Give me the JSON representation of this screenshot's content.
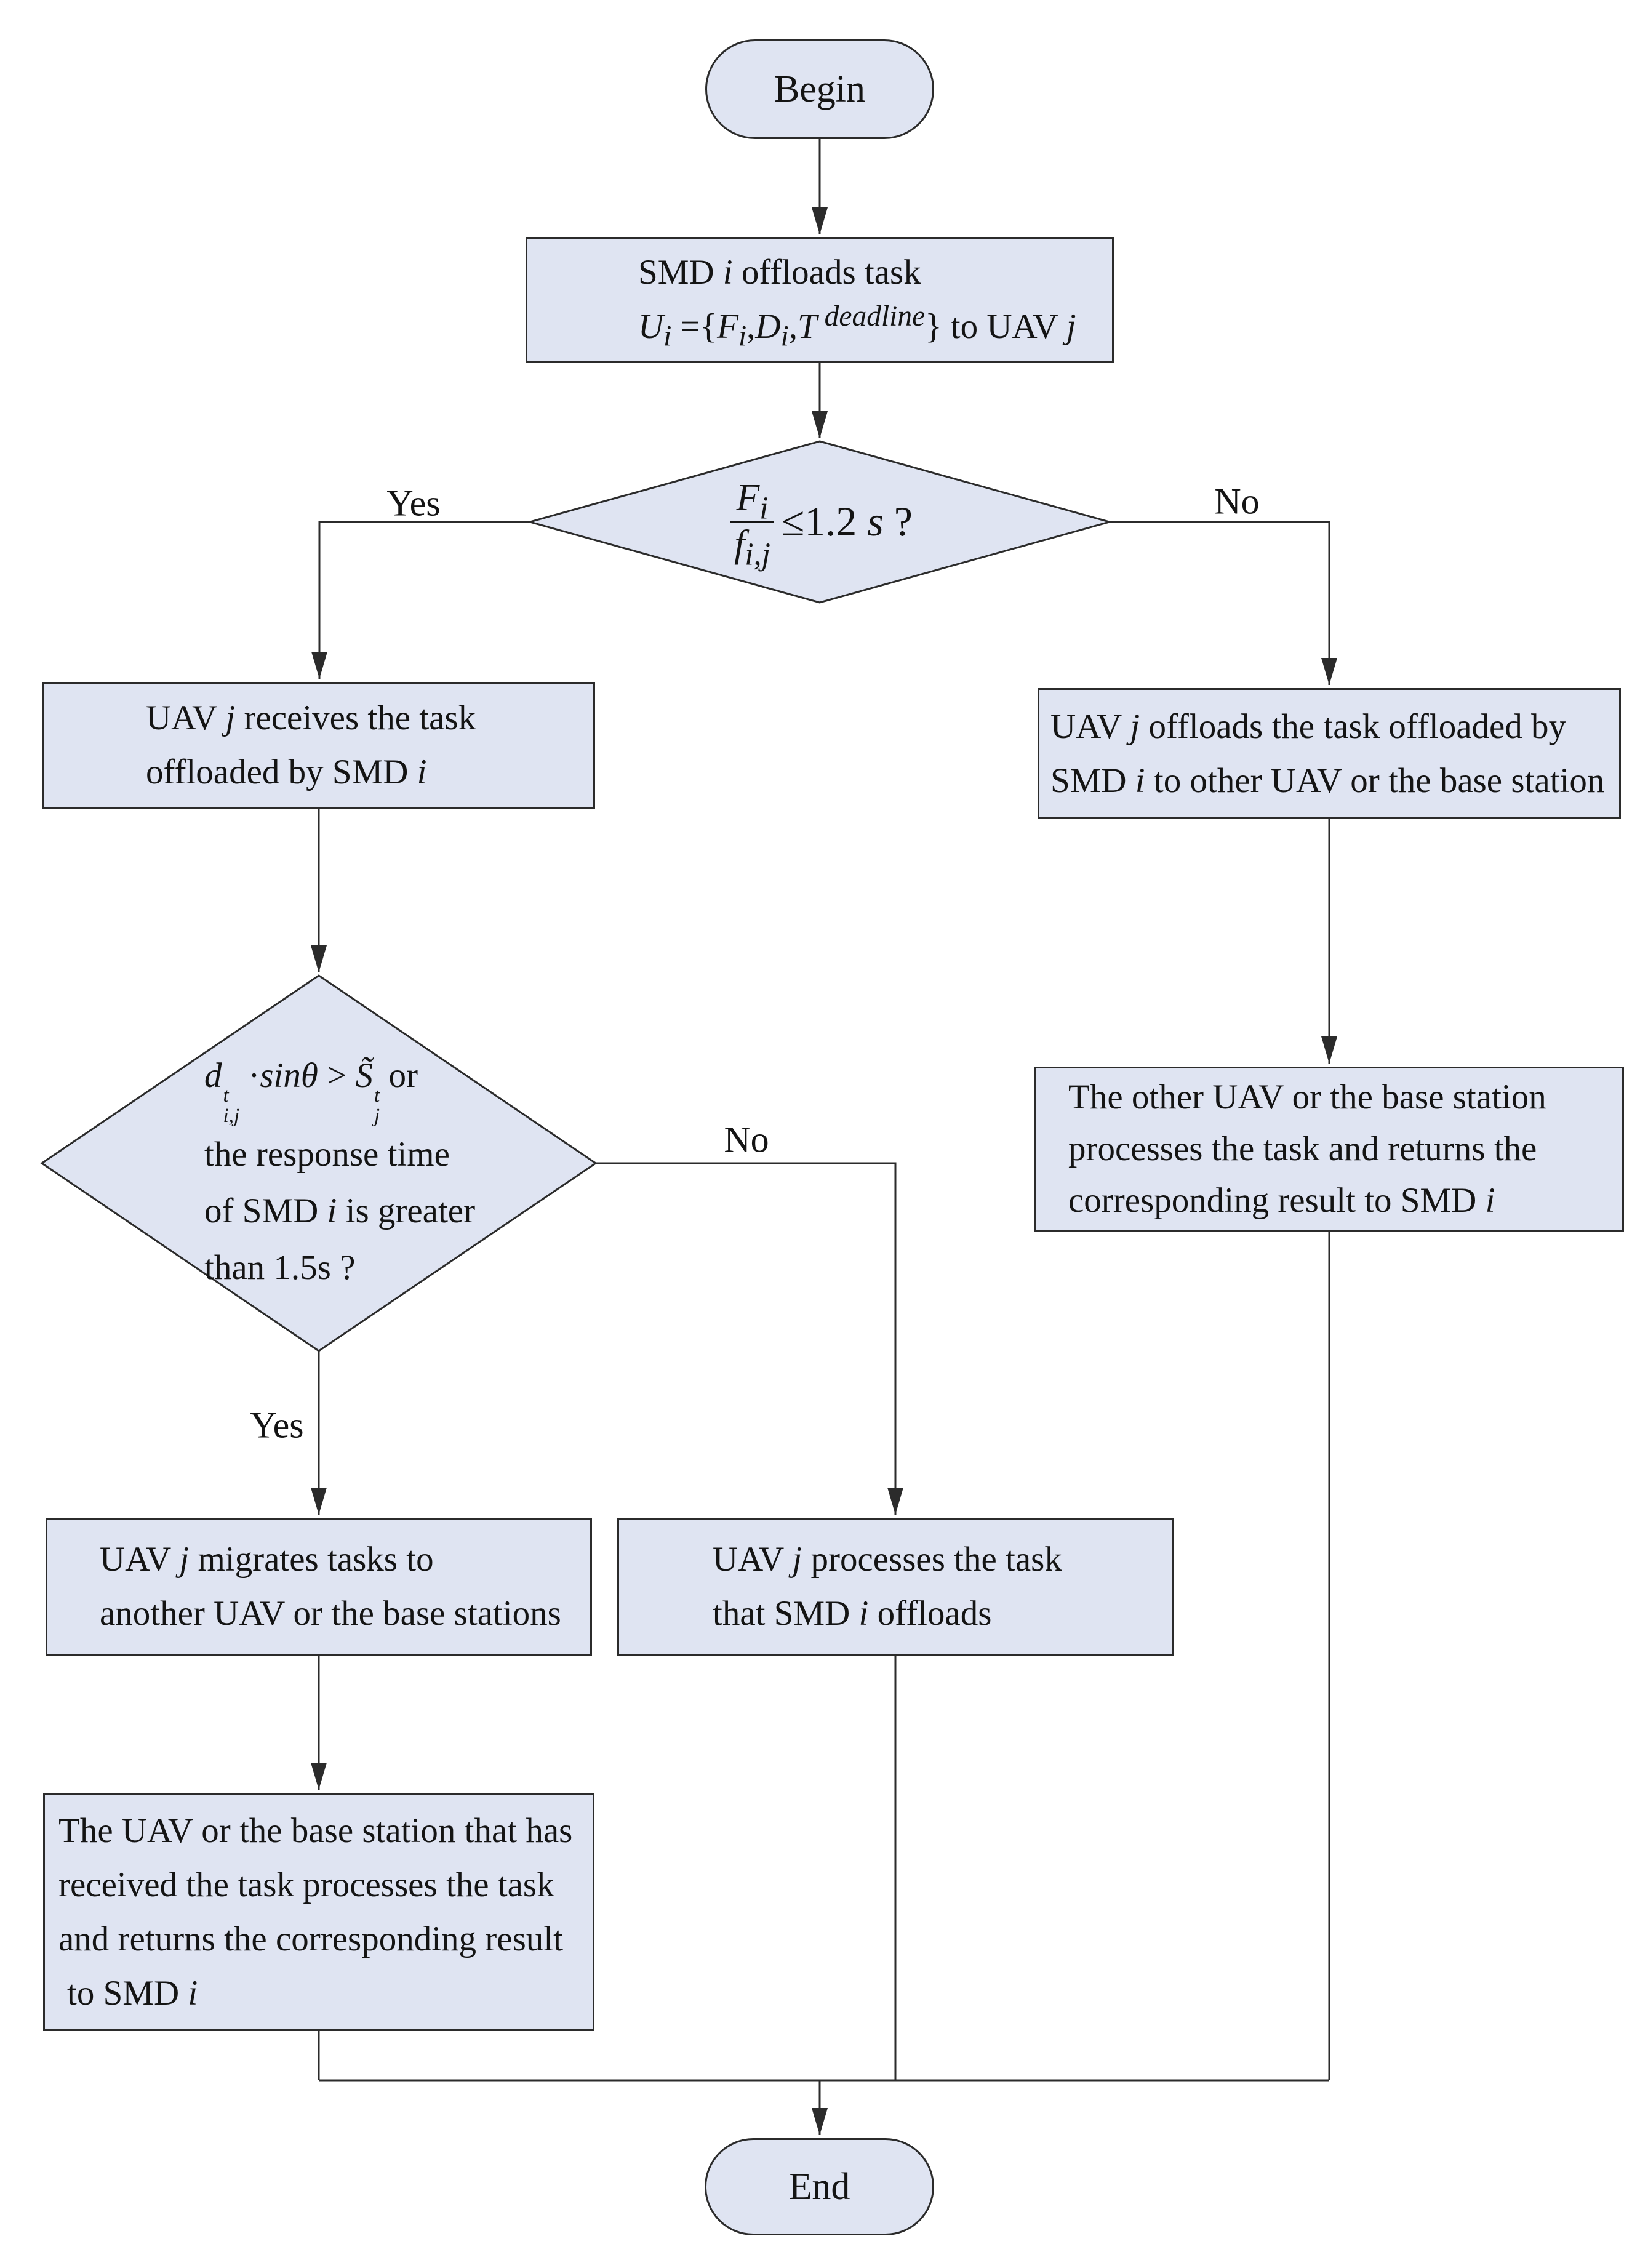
{
  "diagram": {
    "colors": {
      "node_fill": "#dfe4f2",
      "node_border": "#2b2b2b",
      "connector": "#2b2b2b",
      "text": "#141414",
      "background": "#ffffff"
    },
    "nodes": {
      "begin": {
        "label": "Begin"
      },
      "offload_task": {
        "line1": "SMD <i>i</i> offloads task",
        "line2": "<i>U</i><sub><i>i</i></sub> ={<i>F</i><sub><i>i</i></sub>,<i>D</i><sub><i>i</i></sub>,<i>T</i><sup> <i>deadline</i></sup>} to UAV <i>j</i>"
      },
      "decision_ratio": {
        "numerator": "<i>F</i><sub><i>i</i></sub>",
        "denominator": "<i>f</i><sub><i>i</i>,<i>j</i></sub>",
        "condition": "≤1.2 <i>s</i> ?"
      },
      "receive_task": {
        "line1": "UAV <i>j</i> receives the task",
        "line2": "offloaded by SMD <i>i</i>"
      },
      "offload_other": {
        "line1": "UAV <i>j</i> offloads the task offloaded by",
        "line2": "SMD <i>i</i> to other UAV or the base station"
      },
      "decision_distance": {
        "line1": "<i>d</i><span class=\"ss\"><sup>t</sup><sub>i,j</sub></span> ·<i>sinθ</i> > <i>S̃</i><span class=\"ss\"><sup>t</sup><sub>j</sub></span> or",
        "line2": "the response time",
        "line3": "of SMD <i>i</i> is greater",
        "line4": "than 1.5s ?"
      },
      "other_processes": {
        "line1": "The other UAV or the base station",
        "line2": "processes the task and returns the",
        "line3": "corresponding result to SMD <i>i</i>"
      },
      "migrate_tasks": {
        "line1": "UAV <i>j</i> migrates tasks to",
        "line2": "another UAV or the base stations"
      },
      "process_task": {
        "line1": "UAV <i>j</i> processes the task",
        "line2": "that SMD <i>i</i> offloads"
      },
      "received_processes": {
        "line1": "The UAV or the base station that has",
        "line2": "received the task processes the task",
        "line3": "and returns the corresponding result",
        "line4": "to SMD <i>i</i>"
      },
      "end": {
        "label": "End"
      }
    },
    "edge_labels": {
      "yes1": "Yes",
      "no1": "No",
      "yes2": "Yes",
      "no2": "No"
    }
  }
}
